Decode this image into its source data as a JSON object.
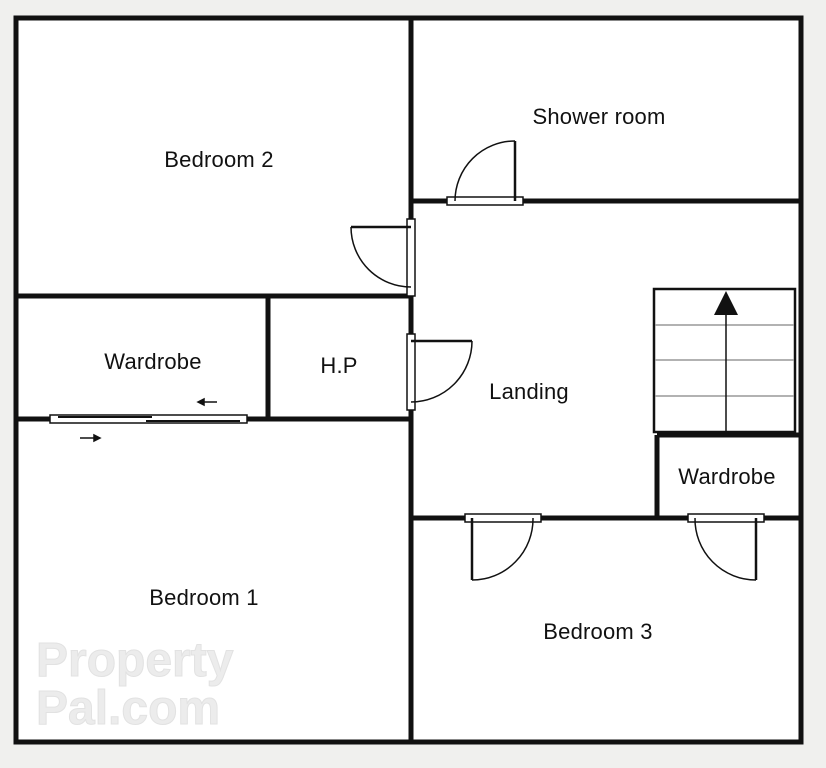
{
  "rooms": {
    "bedroom_2": "Bedroom 2",
    "shower_room": "Shower room",
    "wardrobe_left": "Wardrobe",
    "hp": "H.P",
    "landing": "Landing",
    "wardrobe_right": "Wardrobe",
    "bedroom_1": "Bedroom 1",
    "bedroom_3": "Bedroom 3"
  },
  "watermark": {
    "line1": "Property",
    "line2": "Pal.com"
  },
  "stairs": {
    "direction": "up",
    "icon": "arrow-up-icon"
  },
  "colors": {
    "wall": "#111111",
    "background": "#f0f0ee",
    "floor": "#ffffff",
    "watermark": "#e8e8e8"
  }
}
